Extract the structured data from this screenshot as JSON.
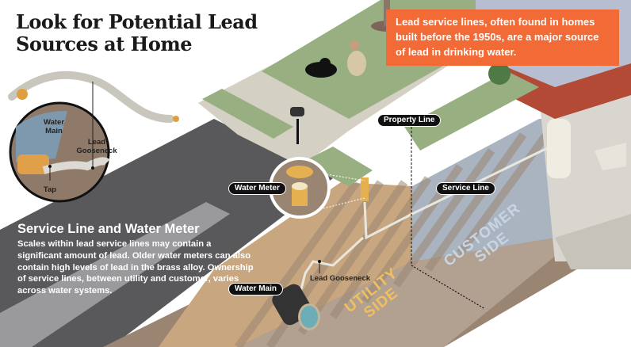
{
  "title": {
    "line1": "Look for Potential Lead",
    "line2": "Sources at Home"
  },
  "callout": {
    "text": "Lead service lines, often found in homes built before the 1950s, are a major source of lead in drinking water.",
    "color": "#f26a35"
  },
  "info_panel": {
    "heading": "Service Line and Water Meter",
    "body": "Scales within lead service lines may contain a significant amount of lead.  Older water meters can also contain high levels of  lead in the brass alloy. Ownership of service lines, between utility and customer, varies across water systems."
  },
  "inset": {
    "labels": {
      "water_main": "Water Main",
      "lead_gooseneck": "Lead Gooseneck",
      "tap": "Tap"
    }
  },
  "labels": {
    "property_line": "Property Line",
    "water_meter": "Water Meter",
    "service_line": "Service Line",
    "water_main": "Water Main",
    "lead_gooseneck": "Lead Gooseneck"
  },
  "zones": {
    "utility": {
      "line1": "UTILITY",
      "line2": "SIDE",
      "color": "#f0c060"
    },
    "customer": {
      "line1": "CUSTOMER",
      "line2": "SIDE",
      "color": "#c8d6e4"
    }
  }
}
